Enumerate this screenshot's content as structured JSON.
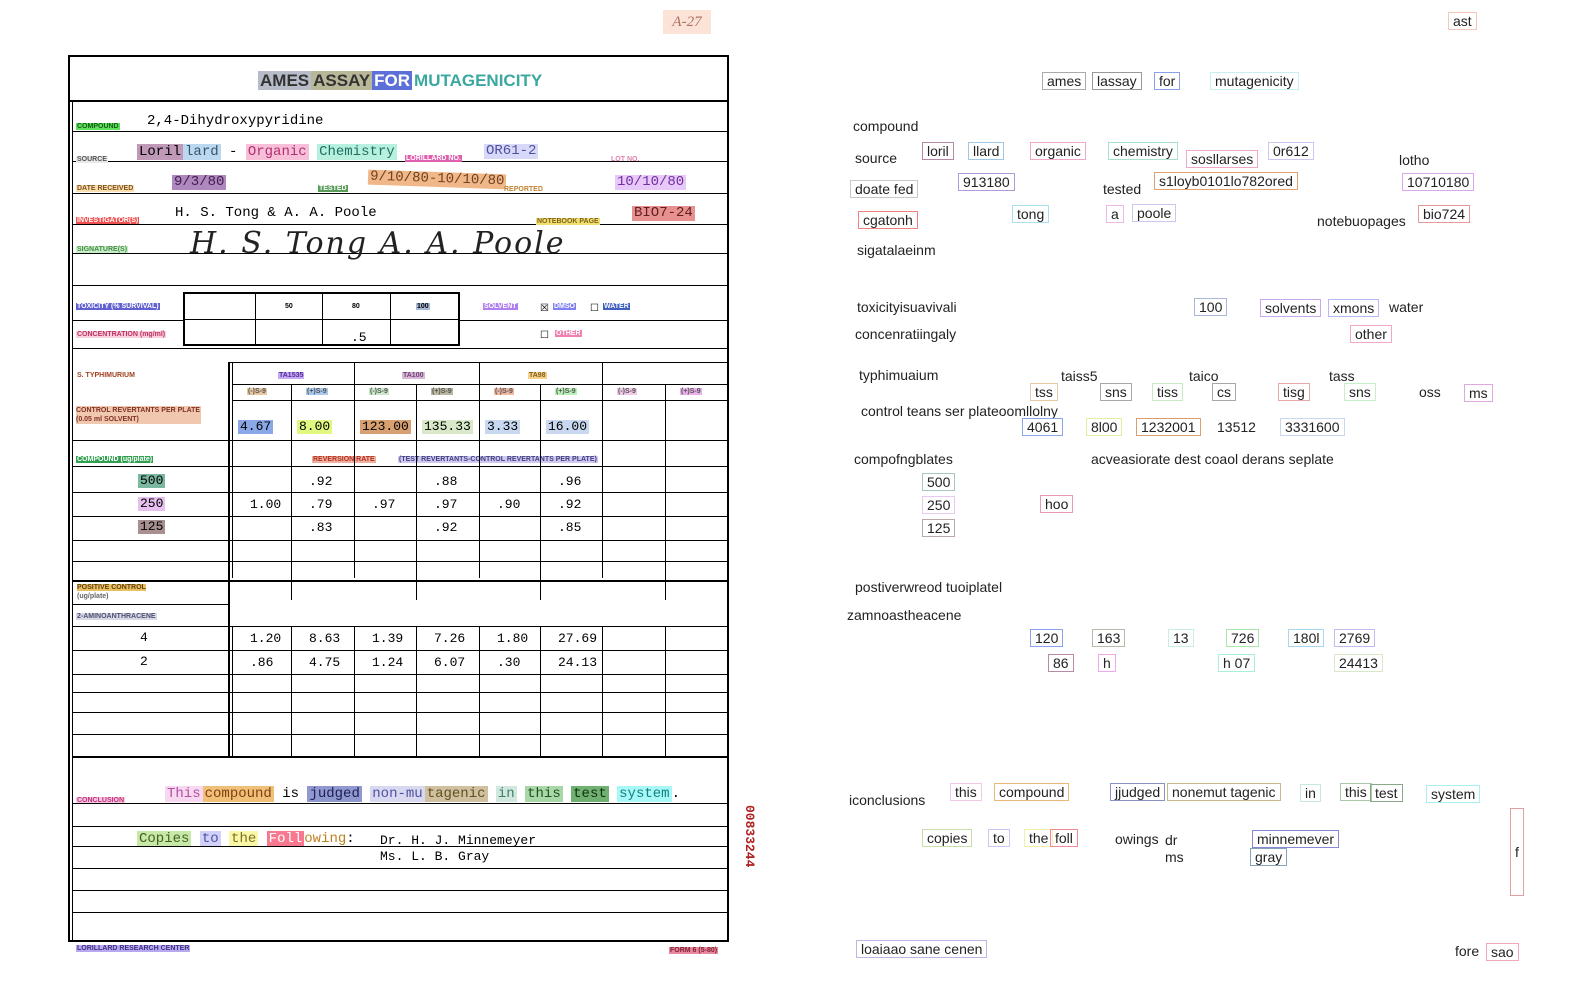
{
  "corner_mark": "A-27",
  "form": {
    "title": [
      "AMES",
      "ASSAY",
      "FOR",
      "MUTAGENICITY"
    ],
    "labels": {
      "compound": "COMPOUND",
      "source": "SOURCE",
      "lorillard_no": "LORILLARD NO.",
      "lot_no": "LOT NO.",
      "date_received": "DATE RECEIVED",
      "tested": "TESTED",
      "reported": "REPORTED",
      "investigators": "INVESTIGATOR(S)",
      "notebook_page": "NOTEBOOK PAGE",
      "signatures": "SIGNATURE(S)",
      "toxicity": "TOXICITY",
      "survival": "(% SURVIVAL)",
      "solvent": "SOLVENT",
      "dmso": "DMSO",
      "water": "WATER",
      "concentration": "CONCENTRATION (mg/ml)",
      "other": "OTHER",
      "s_typhimurium": "S. TYPHIMURIUM",
      "control_revertants": "CONTROL REVERTANTS PER PLATE (0.05 ml SOLVENT)",
      "compound_ug_plate": "COMPOUND (ug/plate)",
      "reversion_rate": "REVERSION RATE",
      "reversion_formula": "(TEST REVERTANTS-CONTROL REVERTANTS PER PLATE)",
      "positive_control": "POSITIVE CONTROL",
      "ug_plate": "(ug/plate)",
      "aminoanthracene": "2-AMINOANTHRACENE",
      "conclusion": "CONCLUSION",
      "footer_left": "LORILLARD RESEARCH CENTER",
      "footer_right": "FORM 6 (5-80)"
    },
    "compound_value": "2,4-Dihydroxypyridine",
    "source_value": "Lorillard - Organic Chemistry",
    "lorillard_no_value": "OR61-2",
    "date_received_value": "9/3/80",
    "tested_value": "9/10/80-10/10/80",
    "reported_value": "10/10/80",
    "investigators_value": "H. S. Tong & A. A. Poole",
    "notebook_value": "BIO7-24",
    "signature_text": "H. S. Tong    A. A. Poole",
    "toxicity_cols": [
      "50",
      "80",
      "100"
    ],
    "concentration_value": ".5",
    "strains": [
      "TA1535",
      "TA100",
      "TA98"
    ],
    "s9_headers": [
      "(-)S-9",
      "(+)S-9",
      "(-)S-9",
      "(+)S-9",
      "(-)S-9",
      "(+)S-9",
      "(-)S-9",
      "(+)S-9"
    ],
    "control_revertants": [
      "4.67",
      "8.00",
      "123.00",
      "135.33",
      "3.33",
      "16.00",
      "",
      ""
    ],
    "compound_rows": [
      {
        "dose": "500",
        "values": [
          "",
          ".92",
          "",
          ".88",
          "",
          ".96",
          "",
          ""
        ]
      },
      {
        "dose": "250",
        "values": [
          "1.00",
          ".79",
          ".97",
          ".97",
          ".90",
          ".92",
          "",
          ""
        ]
      },
      {
        "dose": "125",
        "values": [
          "",
          ".83",
          "",
          ".92",
          "",
          ".85",
          "",
          ""
        ]
      }
    ],
    "positive_rows": [
      {
        "dose": "4",
        "values": [
          "1.20",
          "8.63",
          "1.39",
          "7.26",
          "1.80",
          "27.69",
          "",
          ""
        ]
      },
      {
        "dose": "2",
        "values": [
          ".86",
          "4.75",
          "1.24",
          "6.07",
          ".30",
          "24.13",
          "",
          ""
        ]
      }
    ],
    "conclusion_text": "This compound is judged non-mutagenic in this test system.",
    "copies_label": "Copies to the Following:",
    "copies_names": [
      "Dr. H. J. Minnemeyer",
      "Ms. L. B. Gray"
    ],
    "side_number": "00833244"
  },
  "ocr_overlay": [
    {
      "text": "ast",
      "color": "#f3c8b8"
    },
    {
      "text": "ames",
      "color": "#aaaaaa"
    },
    {
      "text": "lassay",
      "color": "#999999"
    },
    {
      "text": "for",
      "color": "#8aa0e8"
    },
    {
      "text": "mutagenicity",
      "color": "#c8f0f0"
    },
    {
      "text": "compound",
      "color": ""
    },
    {
      "text": "source",
      "color": ""
    },
    {
      "text": "loril",
      "color": "#b58aa8"
    },
    {
      "text": "llard",
      "color": "#9fc8e8"
    },
    {
      "text": "organic",
      "color": "#f0a8c8"
    },
    {
      "text": "chemistry",
      "color": "#a8e0d0"
    },
    {
      "text": "sosllarses",
      "color": "#f0a8c8"
    },
    {
      "text": "0r612",
      "color": "#c8c8f0"
    },
    {
      "text": "lotho",
      "color": ""
    },
    {
      "text": "doate fed",
      "color": "#c8c8c8"
    },
    {
      "text": "913180",
      "color": "#b09ad8"
    },
    {
      "text": "tested",
      "color": ""
    },
    {
      "text": "s1loyb0101lo782ored",
      "color": "#e0a070"
    },
    {
      "text": "10710180",
      "color": "#d8a8e8"
    },
    {
      "text": "cgatonh",
      "color": "#f08080"
    },
    {
      "text": "tong",
      "color": "#a8e0f0"
    },
    {
      "text": "a",
      "color": "#f0b8e8"
    },
    {
      "text": "poole",
      "color": "#c8c8f0"
    },
    {
      "text": "notebuopages",
      "color": ""
    },
    {
      "text": "bio724",
      "color": "#e89898"
    },
    {
      "text": "sigatalaeinm",
      "color": ""
    },
    {
      "text": "toxicityisuavivali",
      "color": ""
    },
    {
      "text": "100",
      "color": "#a8b8d8"
    },
    {
      "text": "solvents",
      "color": "#c8a8f0"
    },
    {
      "text": "xmons",
      "color": "#b8b8f0"
    },
    {
      "text": "water",
      "color": ""
    },
    {
      "text": "concenratiingaly",
      "color": ""
    },
    {
      "text": "other",
      "color": "#f0a8c8"
    },
    {
      "text": "typhimuaium",
      "color": ""
    },
    {
      "text": "taiss5",
      "color": ""
    },
    {
      "text": "taico",
      "color": ""
    },
    {
      "text": "tass",
      "color": ""
    },
    {
      "text": "tss",
      "color": "#e8c8a0"
    },
    {
      "text": "sns",
      "color": "#a8a8a8"
    },
    {
      "text": "tiss",
      "color": "#c8e8c8"
    },
    {
      "text": "cs",
      "color": "#a8a8a8"
    },
    {
      "text": "tisg",
      "color": "#e8a8a8"
    },
    {
      "text": "sns",
      "color": "#c8f0c8"
    },
    {
      "text": "oss",
      "color": ""
    },
    {
      "text": "ms",
      "color": "#e0a8e0"
    },
    {
      "text": "control teans ser plateoomllolny",
      "color": ""
    },
    {
      "text": "4061",
      "color": "#8aa8e8"
    },
    {
      "text": "8l00",
      "color": "#e0f0a0"
    },
    {
      "text": "1232001",
      "color": "#d8a070"
    },
    {
      "text": "13512",
      "color": ""
    },
    {
      "text": "3331600",
      "color": "#c8d8f0"
    },
    {
      "text": "compofngblates",
      "color": ""
    },
    {
      "text": "acveasiorate dest coaol derans seplate",
      "color": ""
    },
    {
      "text": "500",
      "color": "#a8c8b8"
    },
    {
      "text": "250",
      "color": "#e8c8f0"
    },
    {
      "text": "125",
      "color": "#b8a8a8"
    },
    {
      "text": "hoo",
      "color": "#e898b8"
    },
    {
      "text": "postiverwreod tuoiplatel",
      "color": ""
    },
    {
      "text": "zamnoastheacene",
      "color": ""
    },
    {
      "text": "120",
      "color": "#8aa0f0"
    },
    {
      "text": "163",
      "color": "#b8b8a8"
    },
    {
      "text": "13",
      "color": "#c8f0e0"
    },
    {
      "text": "726",
      "color": "#a8e8a8"
    },
    {
      "text": "180l",
      "color": "#a8d8f0"
    },
    {
      "text": "2769",
      "color": "#c8b8f0"
    },
    {
      "text": "86",
      "color": "#b88aa8"
    },
    {
      "text": "h",
      "color": "#f0a8e8"
    },
    {
      "text": "h 07",
      "color": "#a8f0d8"
    },
    {
      "text": "24413",
      "color": "#d8e8c8"
    },
    {
      "text": "iconclusions",
      "color": ""
    },
    {
      "text": "this",
      "color": "#f0c8e8"
    },
    {
      "text": "compound",
      "color": "#e8b878"
    },
    {
      "text": "jjudged",
      "color": "#8890c8"
    },
    {
      "text": "nonemut tagenic",
      "color": "#c8b890"
    },
    {
      "text": "in",
      "color": "#c8e8d8"
    },
    {
      "text": "this",
      "color": "#a8c8a8"
    },
    {
      "text": "test",
      "color": "#88a888"
    },
    {
      "text": "system",
      "color": "#a8f0f0"
    },
    {
      "text": "copies",
      "color": "#c8e0a8"
    },
    {
      "text": "to",
      "color": "#c8c8f0"
    },
    {
      "text": "the",
      "color": "#f0f0a8"
    },
    {
      "text": "foll",
      "color": "#f08898"
    },
    {
      "text": "owings",
      "color": ""
    },
    {
      "text": "dr",
      "color": ""
    },
    {
      "text": "ms",
      "color": ""
    },
    {
      "text": "minnemever",
      "color": "#8888d8"
    },
    {
      "text": "gray",
      "color": "#88a0b8"
    },
    {
      "text": "f",
      "color": "#e0a0a0"
    },
    {
      "text": "loaiaao sane cenen",
      "color": "#b8b8e8"
    },
    {
      "text": "fore",
      "color": ""
    },
    {
      "text": "sao",
      "color": "#f0a8b8"
    }
  ]
}
